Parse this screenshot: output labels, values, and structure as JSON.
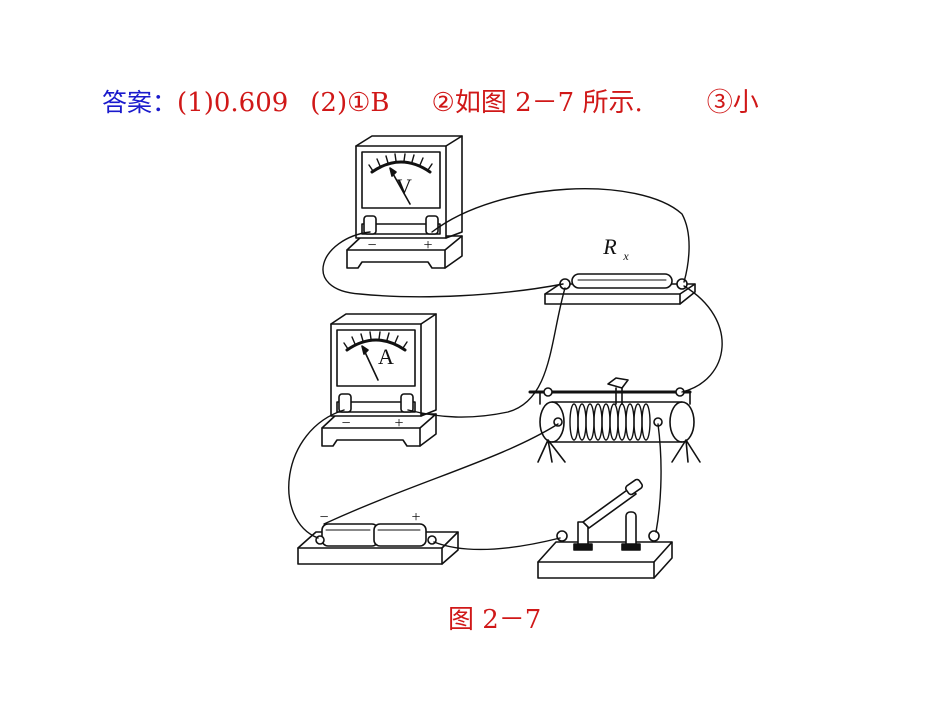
{
  "answer": {
    "label": "答案：",
    "part1": "(1)0.609",
    "part2": "(2)①B",
    "part3": "②如图 2－7 所示.",
    "part4": "③小"
  },
  "figure": {
    "voltmeter_symbol": "V",
    "ammeter_symbol": "A",
    "resistor_label_main": "R",
    "resistor_label_sub": "x",
    "minus_sign": "−",
    "plus_sign": "+",
    "caption": "图 2－7"
  },
  "colors": {
    "answer_label": "#1a1acc",
    "answer_text": "#d01818",
    "line": "#111111"
  }
}
